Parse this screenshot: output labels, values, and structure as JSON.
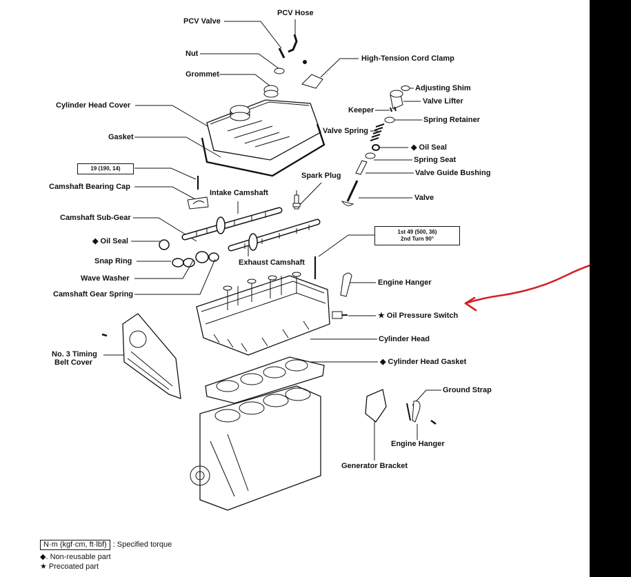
{
  "colors": {
    "ink": "#111111",
    "annotation": "#d42020",
    "bar": "#000000"
  },
  "labels": {
    "pcv_hose": "PCV Hose",
    "pcv_valve": "PCV Valve",
    "nut": "Nut",
    "high_tension_clamp": "High-Tension Cord Clamp",
    "grommet": "Grommet",
    "adjusting_shim": "Adjusting Shim",
    "cylinder_head_cover": "Cylinder Head Cover",
    "valve_lifter": "Valve Lifter",
    "keeper": "Keeper",
    "spring_retainer": "Spring Retainer",
    "valve_spring": "Valve Spring",
    "gasket": "Gasket",
    "oil_seal_valve": "◆ Oil Seal",
    "spring_seat": "Spring Seat",
    "valve_guide_bushing": "Valve Guide Bushing",
    "spark_plug": "Spark Plug",
    "camshaft_bearing_cap": "Camshaft Bearing Cap",
    "intake_camshaft": "Intake Camshaft",
    "valve": "Valve",
    "camshaft_sub_gear": "Camshaft Sub-Gear",
    "oil_seal_cam": "◆ Oil Seal",
    "snap_ring": "Snap Ring",
    "exhaust_camshaft": "Exhaust Camshaft",
    "wave_washer": "Wave Washer",
    "engine_hanger_top": "Engine Hanger",
    "camshaft_gear_spring": "Camshaft Gear Spring",
    "oil_pressure_switch": "★ Oil Pressure Switch",
    "cylinder_head": "Cylinder Head",
    "no3_timing_belt_cover_1": "No. 3 Timing",
    "no3_timing_belt_cover_2": "Belt Cover",
    "cylinder_head_gasket": "◆ Cylinder Head Gasket",
    "ground_strap": "Ground Strap",
    "engine_hanger_bottom": "Engine Hanger",
    "generator_bracket": "Generator Bracket"
  },
  "torque": {
    "cap_bolt": "19 (190, 14)",
    "head_bolt_1": "1st 49 (500, 36)",
    "head_bolt_2": "2nd Turn 90°"
  },
  "legend": {
    "torque_box": "N·m (kgf·cm, ft·lbf)",
    "torque_desc": ": Specified torque",
    "non_reusable": "◆. Non-reusable part",
    "precoated": "★ Precoated part"
  }
}
